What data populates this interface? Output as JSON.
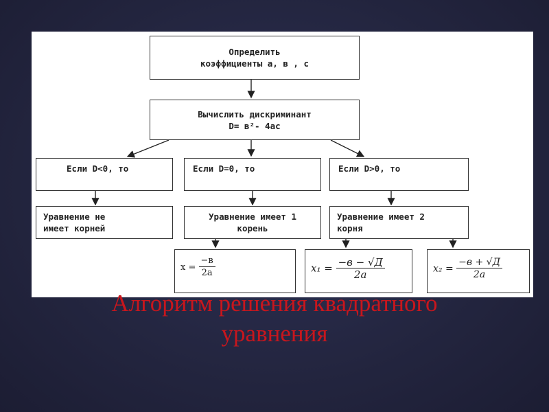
{
  "flowchart": {
    "step1": [
      "Определить",
      "коэффициенты а, в , с"
    ],
    "step2": [
      "Вычислить дискриминант",
      "D= в²- 4ас"
    ],
    "cond_neg": "Если D<0, то",
    "cond_zero": "Если D=0, то",
    "cond_pos": "Если D>0, то",
    "result_neg": [
      "Уравнение не",
      "имеет корней"
    ],
    "result_zero": [
      "Уравнение имеет 1",
      "корень"
    ],
    "result_pos": [
      "Уравнение имеет 2",
      "корня"
    ],
    "formula_single": {
      "lhs": "x =",
      "numerator": "−в",
      "denominator": "2a"
    },
    "formula_x1": {
      "lhs": "x₁ =",
      "numerator": "−в − √Д",
      "denominator": "2a"
    },
    "formula_x2": {
      "lhs": "x₂ =",
      "numerator": "−в + √Д",
      "denominator": "2a"
    }
  },
  "title": [
    "Алгоритм решения квадратного",
    "уравнения"
  ]
}
